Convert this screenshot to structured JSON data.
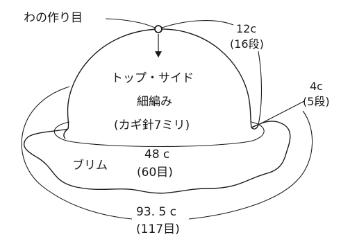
{
  "labels": {
    "magic_ring": "わの作り目",
    "crown_count": "12c",
    "crown_rows": "(16段)",
    "brim_inner_count": "4c",
    "brim_inner_rows": "(5段)",
    "body_title": "トップ・サイド",
    "body_technique": "細編み",
    "body_hook": "(カギ針7ミリ)",
    "brim_name": "ブリム",
    "brim_start_count": "48 c",
    "brim_start_stitches": "(60目)",
    "outer_count": "93. 5 c",
    "outer_stitches": "(117目)"
  }
}
